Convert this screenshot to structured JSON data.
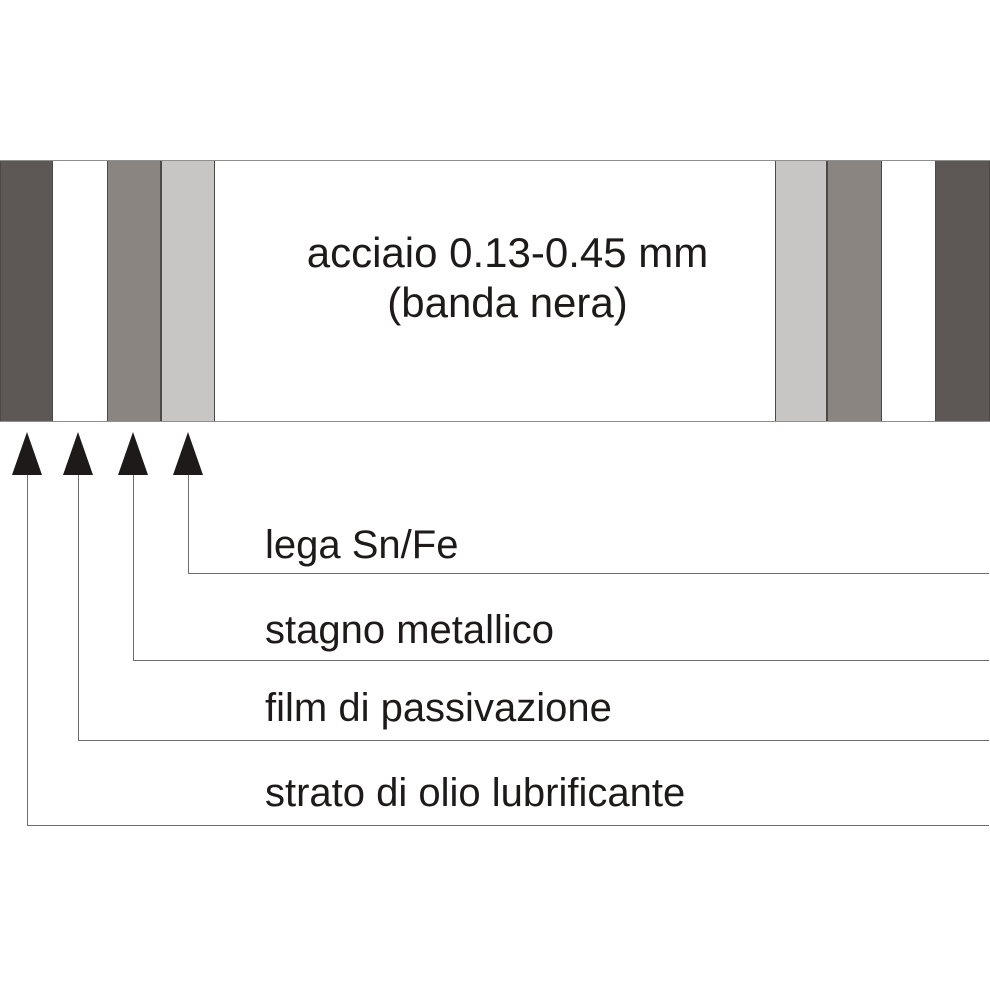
{
  "diagram": {
    "steel_label_line1": "acciaio 0.13-0.45 mm",
    "steel_label_line2": "(banda nera)",
    "callouts": [
      {
        "label": "lega Sn/Fe"
      },
      {
        "label": "stagno metallico"
      },
      {
        "label": "film di passivazione"
      },
      {
        "label": "strato di olio lubrificante"
      }
    ],
    "layers": [
      {
        "name": "strato di olio lubrificante",
        "color": "#5d5855"
      },
      {
        "name": "film di passivazione",
        "color": "#ffffff"
      },
      {
        "name": "stagno metallico",
        "color": "#8a8581"
      },
      {
        "name": "lega Sn/Fe",
        "color": "#c7c6c4"
      },
      {
        "name": "acciaio 0.13-0.45 mm (banda nera)",
        "color": "#ffffff"
      }
    ],
    "colors": {
      "oil_layer": "#5d5855",
      "passivation_layer": "#ffffff",
      "tin_layer": "#8a8581",
      "alloy_layer": "#c7c6c4",
      "steel_core": "#ffffff",
      "arrow": "#1d1a19",
      "leader_line": "#6f6b6a",
      "text": "#1d1a19",
      "band_border": "#8f8f8f"
    }
  }
}
